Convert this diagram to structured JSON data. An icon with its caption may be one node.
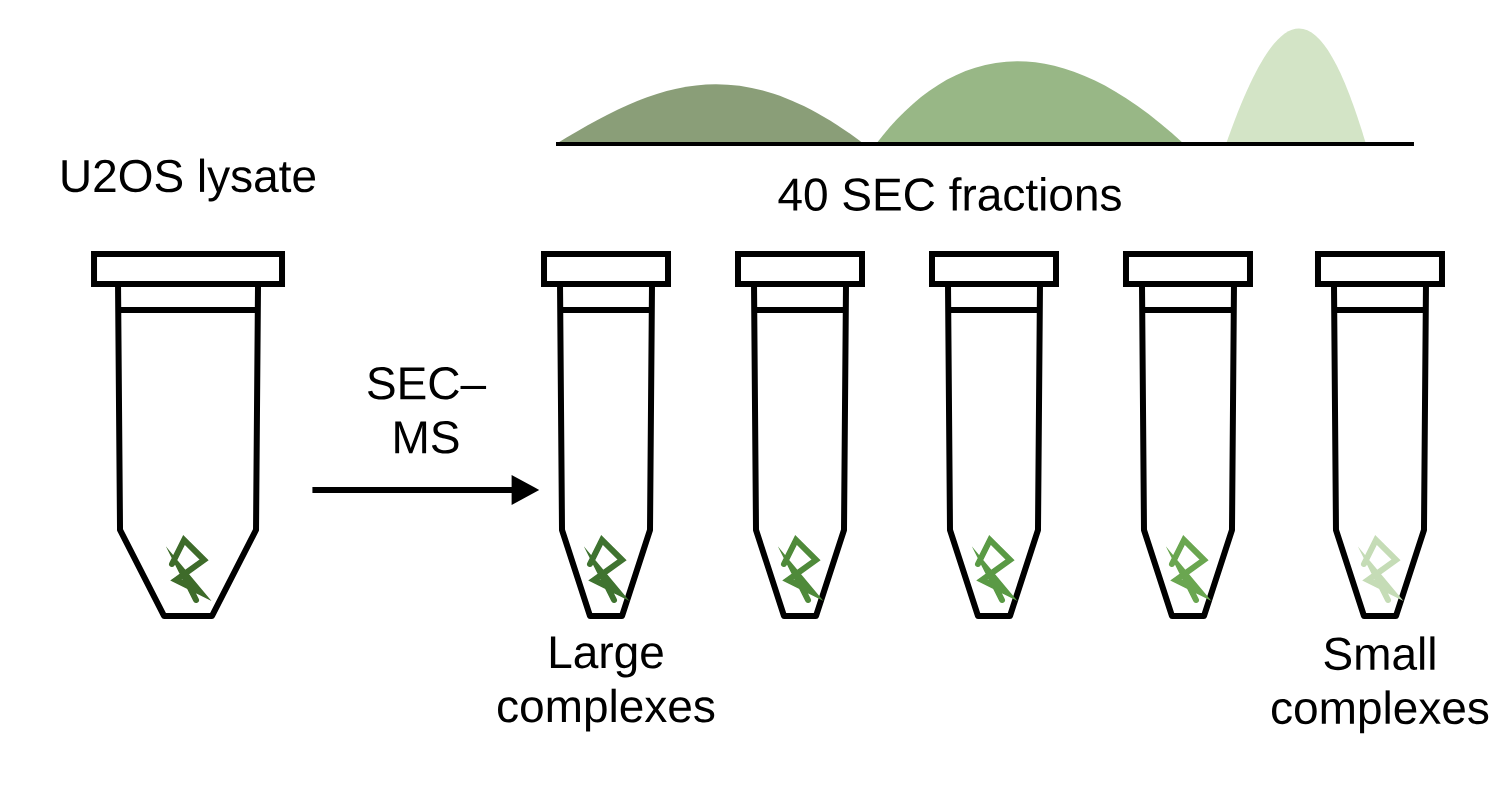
{
  "diagram": {
    "nodes": [
      {
        "text": [],
        "shape": "picture",
        "beside": [
          "U2OS lysate"
        ]
      },
      {
        "text": [],
        "shape": "picture",
        "beside": [
          "Large complexes"
        ]
      },
      {
        "text": [],
        "shape": "picture"
      },
      {
        "text": [],
        "shape": "picture"
      },
      {
        "text": [],
        "shape": "picture"
      },
      {
        "text": [],
        "shape": "picture",
        "beside": [
          "Small complexes"
        ]
      }
    ],
    "edges": [
      {
        "from": 0,
        "to": 1,
        "arrow": "to",
        "label": "SEC– MS"
      }
    ],
    "labels": [
      "40 SEC fractions"
    ]
  }
}
